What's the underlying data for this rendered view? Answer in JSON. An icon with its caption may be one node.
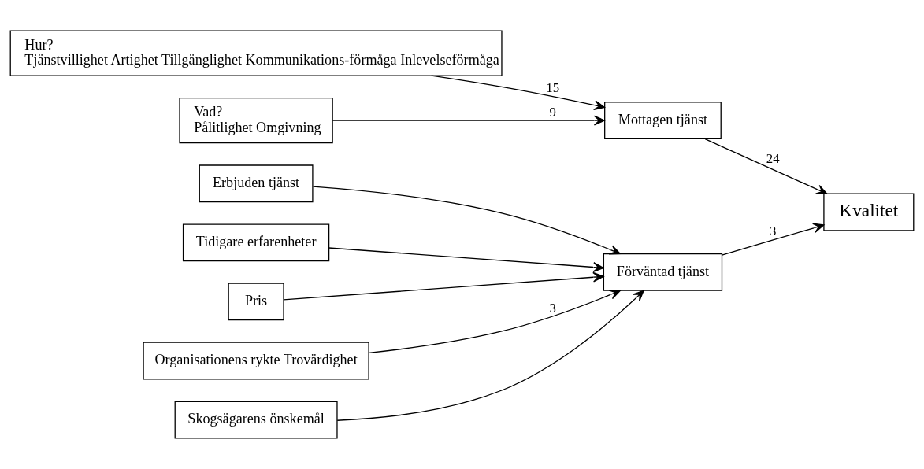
{
  "diagram": {
    "nodes": [
      {
        "text": [
          "Erbjuden tjänst"
        ]
      },
      {
        "text": [
          "Organisationens rykte Trovärdighet"
        ]
      },
      {
        "text": [
          "Skogsägarens önskemål"
        ]
      },
      {
        "text": [
          "Tidigare erfarenheter"
        ]
      },
      {
        "text": [
          "Pris"
        ]
      },
      {
        "text": [
          "Vad?",
          "Pålitlighet Omgivning"
        ]
      },
      {
        "text": [
          "Förväntad tjänst"
        ]
      },
      {
        "text": [
          "Hur?",
          "Tjänstvillighet Artighet Tillgänglighet Kommunikations-förmåga Inlevelseförmåga"
        ]
      },
      {
        "text": [
          "Mottagen tjänst"
        ]
      },
      {
        "text": [
          "Kvalitet"
        ]
      }
    ],
    "edges": [
      {
        "from": 0,
        "to": 6,
        "arrow": "to"
      },
      {
        "from": 1,
        "to": 6,
        "arrow": "to",
        "label": "3"
      },
      {
        "from": 2,
        "to": 6,
        "arrow": "to"
      },
      {
        "from": 3,
        "to": 6,
        "arrow": "to"
      },
      {
        "from": 4,
        "to": 6,
        "arrow": "to"
      },
      {
        "from": 5,
        "to": 8,
        "arrow": "to",
        "label": "9"
      },
      {
        "from": 7,
        "to": 8,
        "arrow": "to",
        "label": "15"
      },
      {
        "from": 6,
        "to": 9,
        "arrow": "to",
        "label": "3"
      },
      {
        "from": 8,
        "to": 9,
        "arrow": "to",
        "label": "24"
      }
    ]
  }
}
